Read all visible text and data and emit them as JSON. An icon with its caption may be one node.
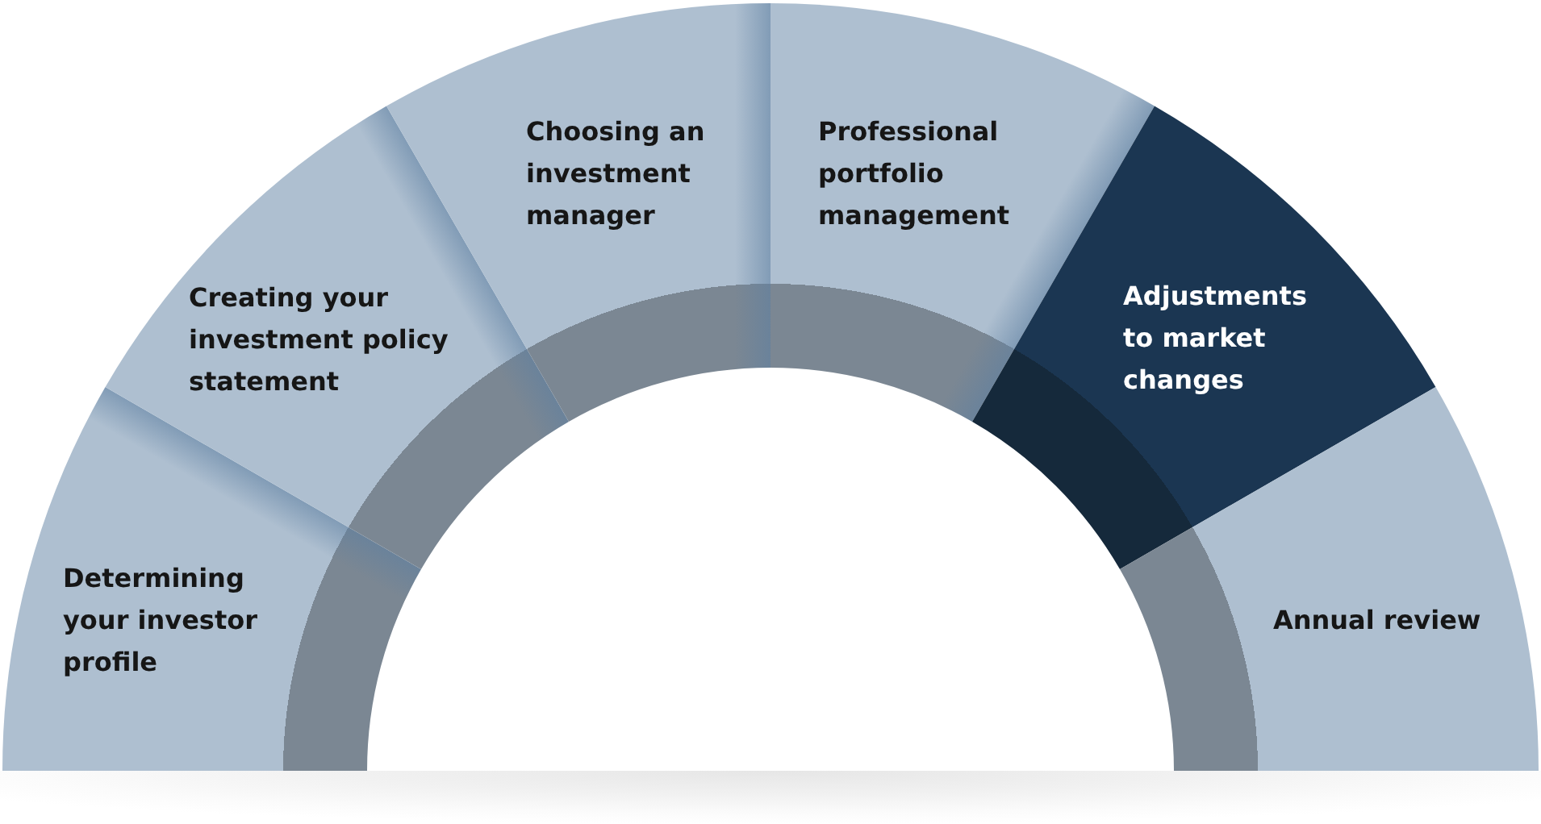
{
  "diagram": {
    "nodes": [
      {
        "text": [
          "Determining your investor profile"
        ]
      },
      {
        "text": [
          "Creating your investment policy statement"
        ]
      },
      {
        "text": [
          "Choosing an investment manager"
        ]
      },
      {
        "text": [
          "Professional portfolio management"
        ]
      },
      {
        "text": [
          "Adjustments to market changes"
        ]
      },
      {
        "text": [
          "Annual review"
        ]
      }
    ]
  }
}
